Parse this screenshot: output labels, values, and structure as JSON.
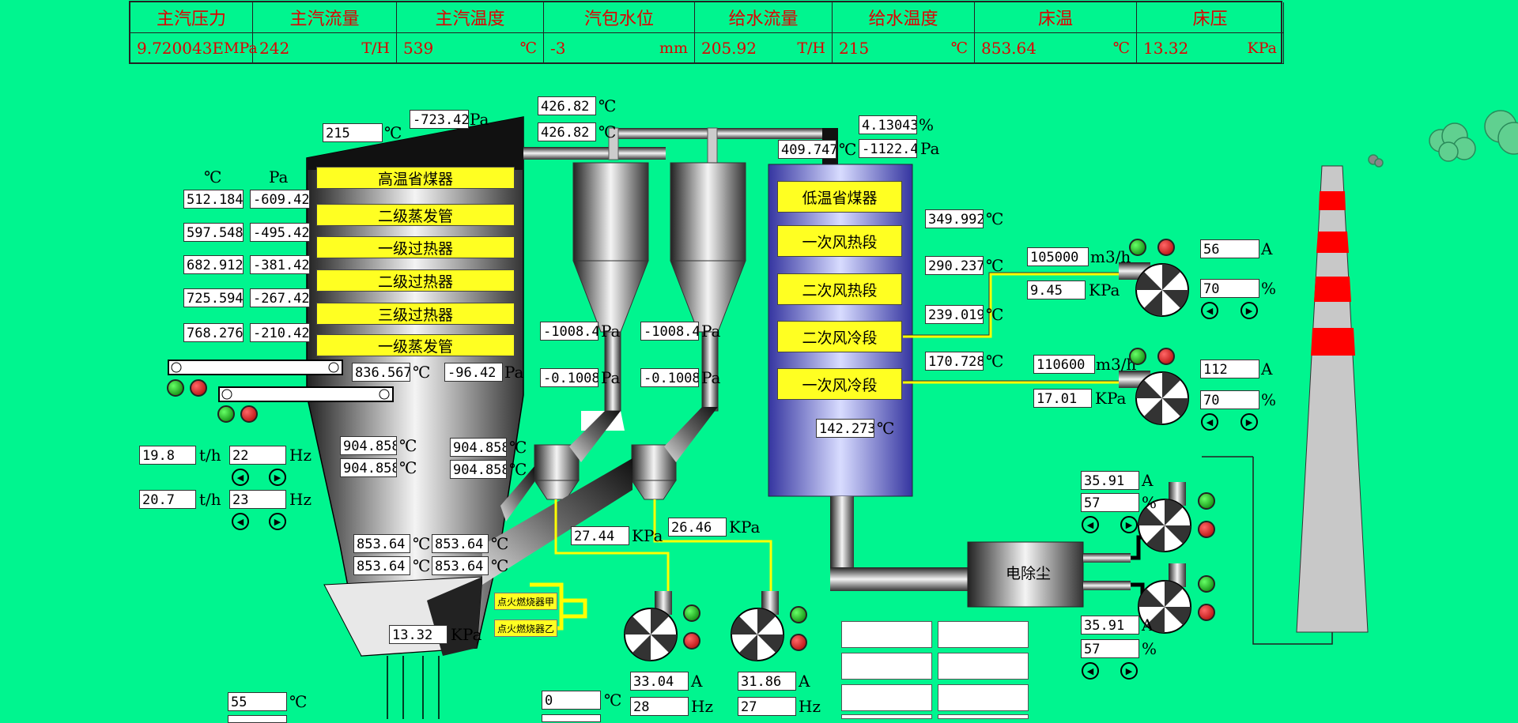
{
  "header": {
    "titles": [
      "主汽压力",
      "主汽流量",
      "主汽温度",
      "汽包水位",
      "给水流量",
      "给水温度",
      "床温",
      "床压"
    ],
    "values": [
      {
        "v": "9.720043E",
        "u": "MPa"
      },
      {
        "v": "242",
        "u": "T/H"
      },
      {
        "v": "539",
        "u": "℃"
      },
      {
        "v": "-3",
        "u": "mm"
      },
      {
        "v": "205.92",
        "u": "T/H"
      },
      {
        "v": "215",
        "u": "℃"
      },
      {
        "v": "853.64",
        "u": "℃"
      },
      {
        "v": "13.32",
        "u": "KPa"
      }
    ]
  },
  "units": {
    "c": "℃",
    "pa": "Pa",
    "kpa": "KPa",
    "th": "t/h",
    "hz": "Hz",
    "a": "A",
    "pct": "%",
    "m3h": "m3/h"
  },
  "furnace": {
    "top_temp": "215",
    "top_press": "-723.42",
    "col_c": "℃",
    "col_pa": "Pa",
    "sections": [
      "高温省煤器",
      "二级蒸发管",
      "一级过热器",
      "二级过热器",
      "三级过热器",
      "一级蒸发管"
    ],
    "side_temps": [
      "512.184",
      "597.548",
      "682.912",
      "725.594",
      "768.276"
    ],
    "side_press": [
      "-609.42",
      "-495.42",
      "-381.42",
      "-267.42",
      "-210.42"
    ],
    "mid_temp": "836.567",
    "mid_press": "-96.42",
    "bed_temps_a": [
      "904.858",
      "904.858"
    ],
    "bed_temps_b": [
      "904.858",
      "904.858"
    ],
    "lower_temps_a": [
      "853.64",
      "853.64"
    ],
    "lower_temps_b": [
      "853.64",
      "853.64"
    ],
    "bottom_press": "13.32",
    "burner_a": "点火燃烧器甲",
    "burner_b": "点火燃烧器乙"
  },
  "feeders": [
    {
      "flow": "19.8",
      "hz": "22"
    },
    {
      "flow": "20.7",
      "hz": "23"
    }
  ],
  "cyclones": {
    "top_temps": [
      "426.82",
      "426.82"
    ],
    "press_a": [
      "-1008.4",
      "-0.1008"
    ],
    "press_b": [
      "-1008.4",
      "-0.1008"
    ],
    "loop_press": [
      "27.44",
      "26.46"
    ]
  },
  "backpass": {
    "o2": "4.13043",
    "inlet_temp": "409.747",
    "inlet_press": "-1122.4",
    "sections": [
      "低温省煤器",
      "一次风热段",
      "二次风热段",
      "二次风冷段",
      "一次风冷段"
    ],
    "temps": [
      "349.992",
      "290.237",
      "239.019",
      "170.728"
    ],
    "outlet_temp": "142.273"
  },
  "fans": {
    "primary": {
      "flow": "105000",
      "press": "9.45",
      "amp": "56",
      "pct": "70"
    },
    "secondary": {
      "flow": "110600",
      "press": "17.01",
      "amp": "112",
      "pct": "70"
    },
    "idf1": {
      "amp": "35.91",
      "pct": "57"
    },
    "idf2": {
      "amp": "35.91",
      "pct": "57"
    },
    "loop1": {
      "amp": "33.04",
      "hz": "28"
    },
    "loop2": {
      "amp": "31.86",
      "hz": "27"
    }
  },
  "esp": "电除尘",
  "bottom": {
    "temp1": "55",
    "temp2": "0"
  }
}
